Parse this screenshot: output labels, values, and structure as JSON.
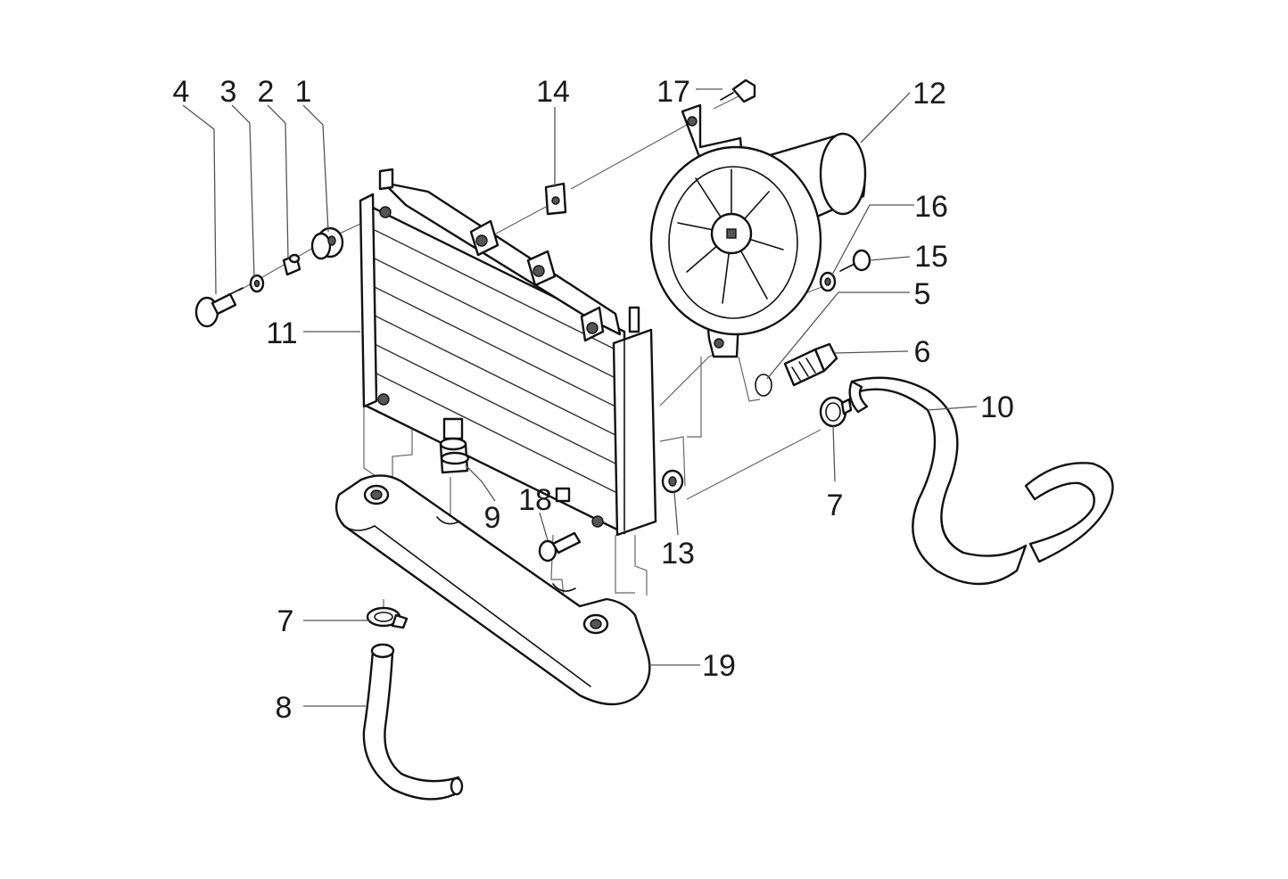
{
  "callouts": {
    "c1": "1",
    "c2": "2",
    "c3": "3",
    "c4": "4",
    "c5": "5",
    "c6": "6",
    "c7a": "7",
    "c7b": "7",
    "c8": "8",
    "c9": "9",
    "c10": "10",
    "c11": "11",
    "c12": "12",
    "c13": "13",
    "c14": "14",
    "c15": "15",
    "c16": "16",
    "c17": "17",
    "c18": "18",
    "c19": "19"
  }
}
